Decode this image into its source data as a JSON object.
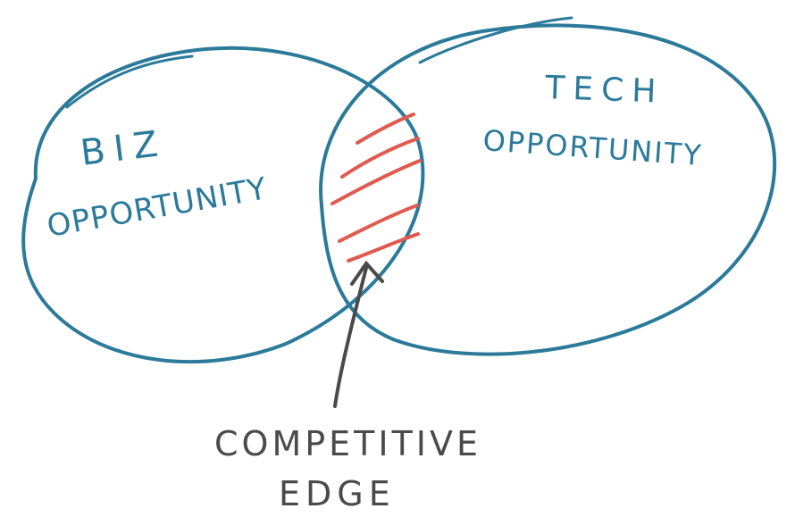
{
  "diagram": {
    "left_circle": {
      "line1": "BIZ",
      "line2": "OPPORTUNITY"
    },
    "right_circle": {
      "line1": "TECH",
      "line2": "OPPORTUNITY"
    },
    "callout": {
      "line1": "COMPETITIVE",
      "line2": "EDGE"
    }
  },
  "colors": {
    "circle_stroke": "#2b7a9a",
    "hatch": "#e05a4f",
    "callout": "#4a4a4a"
  }
}
